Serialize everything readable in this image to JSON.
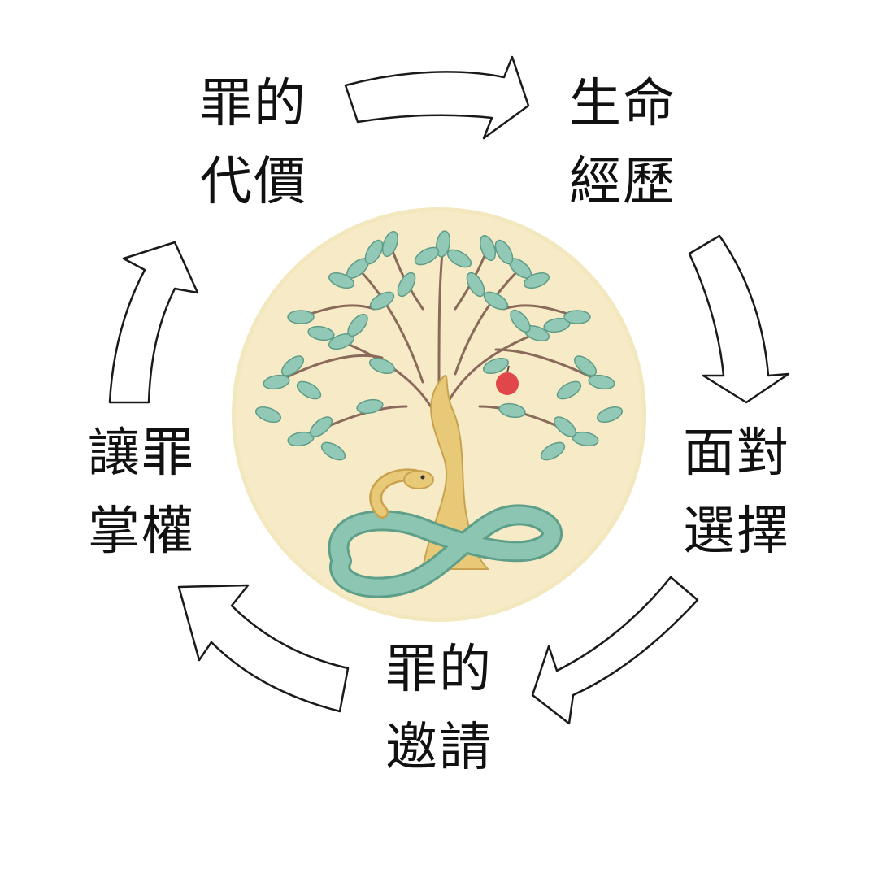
{
  "diagram": {
    "type": "cycle",
    "stages": [
      {
        "id": "cost",
        "line1": "罪的",
        "line2": "代價"
      },
      {
        "id": "life",
        "line1": "生命",
        "line2": "經歷"
      },
      {
        "id": "face",
        "line1": "面對",
        "line2": "選擇"
      },
      {
        "id": "invite",
        "line1": "罪的",
        "line2": "邀請"
      },
      {
        "id": "reign",
        "line1": "讓罪",
        "line2": "掌權"
      }
    ],
    "center_image": "tree-with-serpent-and-apple",
    "arrow_style": "outlined-curved"
  },
  "colors": {
    "text": "#111111",
    "arrow_stroke": "#1a1a1a",
    "arrow_fill": "#ffffff",
    "medallion": "#f3e7bd",
    "leaf": "#92c9b6",
    "branch": "#8a6a5a",
    "trunk": "#e8c977",
    "snake": "#8cc6b2",
    "apple": "#e0464a"
  }
}
